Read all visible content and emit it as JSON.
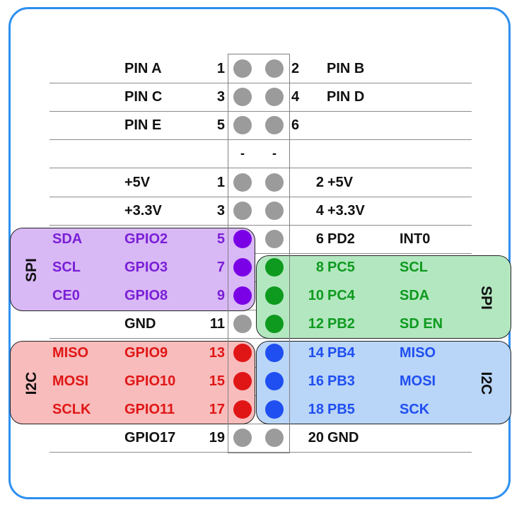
{
  "colors": {
    "frame": "#2d8ff0",
    "gray_pin": "#9b9b9b",
    "purple_pin": "#7a00e6",
    "green_pin": "#0e9a1e",
    "red_pin": "#e01616",
    "blue_pin": "#1f4ff0",
    "purple_text": "#7a1fd6",
    "green_text": "#0e9a1e",
    "red_text": "#e01616",
    "blue_text": "#1f4ff0",
    "black_text": "#111111"
  },
  "groups": {
    "left_spi": "SPI",
    "left_i2c": "I2C",
    "right_spi": "SPI",
    "right_i2c": "I2C"
  },
  "rows": [
    {
      "left_alt": "",
      "left_name": "PIN A",
      "left_num": "1",
      "left_pin": "gray",
      "right_pin": "gray",
      "right_num": "2",
      "right_name": "PIN B",
      "right_alt": "",
      "left_color": "black",
      "right_color": "black",
      "right_style": "top"
    },
    {
      "left_alt": "",
      "left_name": "PIN C",
      "left_num": "3",
      "left_pin": "gray",
      "right_pin": "gray",
      "right_num": "4",
      "right_name": "PIN D",
      "right_alt": "",
      "left_color": "black",
      "right_color": "black",
      "right_style": "top"
    },
    {
      "left_alt": "",
      "left_name": "PIN E",
      "left_num": "5",
      "left_pin": "gray",
      "right_pin": "gray",
      "right_num": "6",
      "right_name": "",
      "right_alt": "",
      "left_color": "black",
      "right_color": "black",
      "right_style": "top"
    },
    {
      "left_alt": "",
      "left_name": "",
      "left_num": "",
      "left_pin": "dash",
      "right_pin": "dash",
      "right_num": "",
      "right_name": "",
      "right_alt": "",
      "left_color": "black",
      "right_color": "black",
      "right_style": "body"
    },
    {
      "left_alt": "",
      "left_name": "+5V",
      "left_num": "1",
      "left_pin": "gray",
      "right_pin": "gray",
      "right_num": "2",
      "right_name": "+5V",
      "right_alt": "",
      "left_color": "black",
      "right_color": "black",
      "right_style": "body"
    },
    {
      "left_alt": "",
      "left_name": "+3.3V",
      "left_num": "3",
      "left_pin": "gray",
      "right_pin": "gray",
      "right_num": "4",
      "right_name": "+3.3V",
      "right_alt": "",
      "left_color": "black",
      "right_color": "black",
      "right_style": "body"
    },
    {
      "left_alt": "SDA",
      "left_name": "GPIO2",
      "left_num": "5",
      "left_pin": "purple",
      "right_pin": "gray",
      "right_num": "6",
      "right_name": "PD2",
      "right_alt": "INT0",
      "left_color": "purple",
      "right_color": "black",
      "right_style": "body"
    },
    {
      "left_alt": "SCL",
      "left_name": "GPIO3",
      "left_num": "7",
      "left_pin": "purple",
      "right_pin": "green",
      "right_num": "8",
      "right_name": "PC5",
      "right_alt": "SCL",
      "left_color": "purple",
      "right_color": "green",
      "right_style": "body"
    },
    {
      "left_alt": "CE0",
      "left_name": "GPIO8",
      "left_num": "9",
      "left_pin": "purple",
      "right_pin": "green",
      "right_num": "10",
      "right_name": "PC4",
      "right_alt": "SDA",
      "left_color": "purple",
      "right_color": "green",
      "right_style": "body"
    },
    {
      "left_alt": "",
      "left_name": "GND",
      "left_num": "11",
      "left_pin": "gray",
      "right_pin": "green",
      "right_num": "12",
      "right_name": "PB2",
      "right_alt": "SD EN",
      "left_color": "black",
      "right_color": "green",
      "right_style": "body"
    },
    {
      "left_alt": "MISO",
      "left_name": "GPIO9",
      "left_num": "13",
      "left_pin": "red",
      "right_pin": "blue",
      "right_num": "14",
      "right_name": "PB4",
      "right_alt": "MISO",
      "left_color": "red",
      "right_color": "blue",
      "right_style": "body"
    },
    {
      "left_alt": "MOSI",
      "left_name": "GPIO10",
      "left_num": "15",
      "left_pin": "red",
      "right_pin": "blue",
      "right_num": "16",
      "right_name": "PB3",
      "right_alt": "MOSI",
      "left_color": "red",
      "right_color": "blue",
      "right_style": "body"
    },
    {
      "left_alt": "SCLK",
      "left_name": "GPIO11",
      "left_num": "17",
      "left_pin": "red",
      "right_pin": "blue",
      "right_num": "18",
      "right_name": "PB5",
      "right_alt": "SCK",
      "left_color": "red",
      "right_color": "blue",
      "right_style": "body"
    },
    {
      "left_alt": "",
      "left_name": "GPIO17",
      "left_num": "19",
      "left_pin": "gray",
      "right_pin": "gray",
      "right_num": "20",
      "right_name": "GND",
      "right_alt": "",
      "left_color": "black",
      "right_color": "black",
      "right_style": "body"
    }
  ]
}
